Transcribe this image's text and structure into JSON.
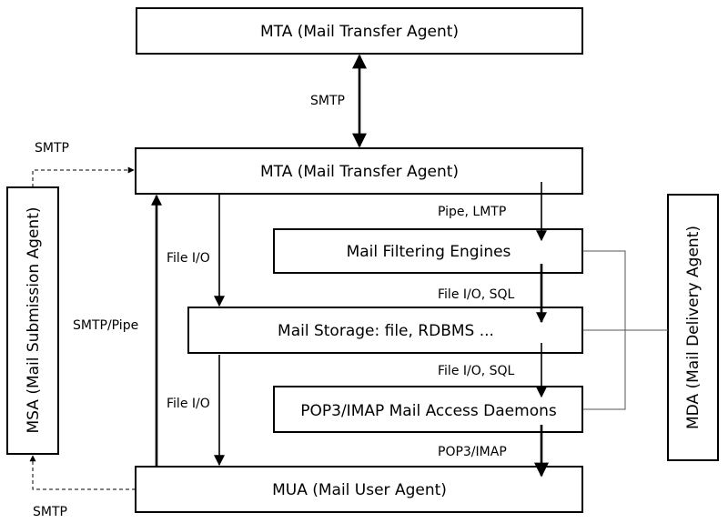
{
  "boxes": {
    "mta_top": "MTA (Mail Transfer Agent)",
    "mta_main": "MTA (Mail Transfer Agent)",
    "filtering": "Mail Filtering Engines",
    "storage": "Mail Storage: file, RDBMS ...",
    "pop3": "POP3/IMAP Mail Access Daemons",
    "mua": "MUA (Mail User Agent)",
    "msa": "MSA (Mail Submission Agent)",
    "mda": "MDA (Mail Delivery Agent)"
  },
  "edges": {
    "smtp_between_mta": "SMTP",
    "smtp_msa_to_mta": "SMTP",
    "smtp_mua_to_msa": "SMTP",
    "smtp_pipe": "SMTP/Pipe",
    "file_io_to_storage": "File I/O",
    "file_io_to_mua": "File I/O",
    "pipe_lmtp": "Pipe, LMTP",
    "file_io_sql_1": "File I/O, SQL",
    "file_io_sql_2": "File I/O, SQL",
    "pop3_imap": "POP3/IMAP"
  }
}
